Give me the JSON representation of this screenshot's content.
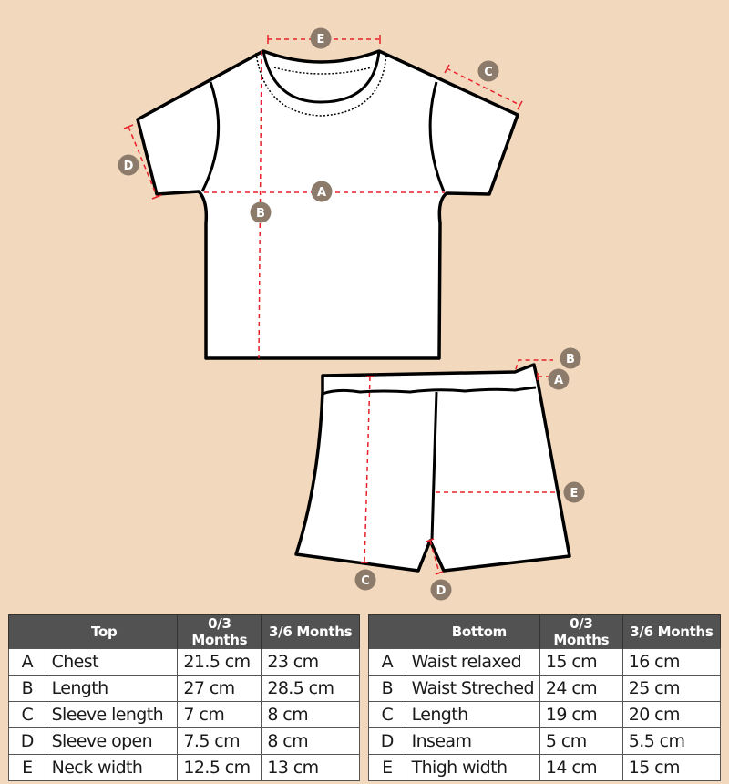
{
  "colors": {
    "background": "#f2d8bc",
    "garment_fill": "#ffffff",
    "outline": "#000000",
    "measure_line": "#e8202a",
    "badge": "#8c7b6b",
    "table_header": "#525252"
  },
  "top_diagram": {
    "badges": [
      {
        "id": "A",
        "label": "A",
        "meaning": "Chest"
      },
      {
        "id": "B",
        "label": "B",
        "meaning": "Length"
      },
      {
        "id": "C",
        "label": "C",
        "meaning": "Sleeve length"
      },
      {
        "id": "D",
        "label": "D",
        "meaning": "Sleeve open"
      },
      {
        "id": "E",
        "label": "E",
        "meaning": "Neck width"
      }
    ]
  },
  "bottom_diagram": {
    "badges": [
      {
        "id": "A",
        "label": "A",
        "meaning": "Waist relaxed"
      },
      {
        "id": "B",
        "label": "B",
        "meaning": "Waist Streched"
      },
      {
        "id": "C",
        "label": "C",
        "meaning": "Length"
      },
      {
        "id": "D",
        "label": "D",
        "meaning": "Inseam"
      },
      {
        "id": "E",
        "label": "E",
        "meaning": "Thigh width"
      }
    ]
  },
  "top_table": {
    "title": "Top",
    "columns": [
      "0/3 Months",
      "3/6 Months"
    ],
    "rows": [
      {
        "letter": "A",
        "name": "Chest",
        "v03": "21.5 cm",
        "v36": "23 cm"
      },
      {
        "letter": "B",
        "name": "Length",
        "v03": "27 cm",
        "v36": "28.5 cm"
      },
      {
        "letter": "C",
        "name": "Sleeve length",
        "v03": "7 cm",
        "v36": "8 cm"
      },
      {
        "letter": "D",
        "name": "Sleeve open",
        "v03": "7.5 cm",
        "v36": "8 cm"
      },
      {
        "letter": "E",
        "name": "Neck width",
        "v03": "12.5 cm",
        "v36": "13 cm"
      }
    ]
  },
  "bottom_table": {
    "title": "Bottom",
    "columns": [
      "0/3 Months",
      "3/6 Months"
    ],
    "rows": [
      {
        "letter": "A",
        "name": "Waist relaxed",
        "v03": "15 cm",
        "v36": "16 cm"
      },
      {
        "letter": "B",
        "name": "Waist Streched",
        "v03": "24 cm",
        "v36": "25 cm"
      },
      {
        "letter": "C",
        "name": "Length",
        "v03": "19 cm",
        "v36": "20 cm"
      },
      {
        "letter": "D",
        "name": "Inseam",
        "v03": "5 cm",
        "v36": "5.5 cm"
      },
      {
        "letter": "E",
        "name": "Thigh width",
        "v03": "14 cm",
        "v36": "15 cm"
      }
    ]
  }
}
